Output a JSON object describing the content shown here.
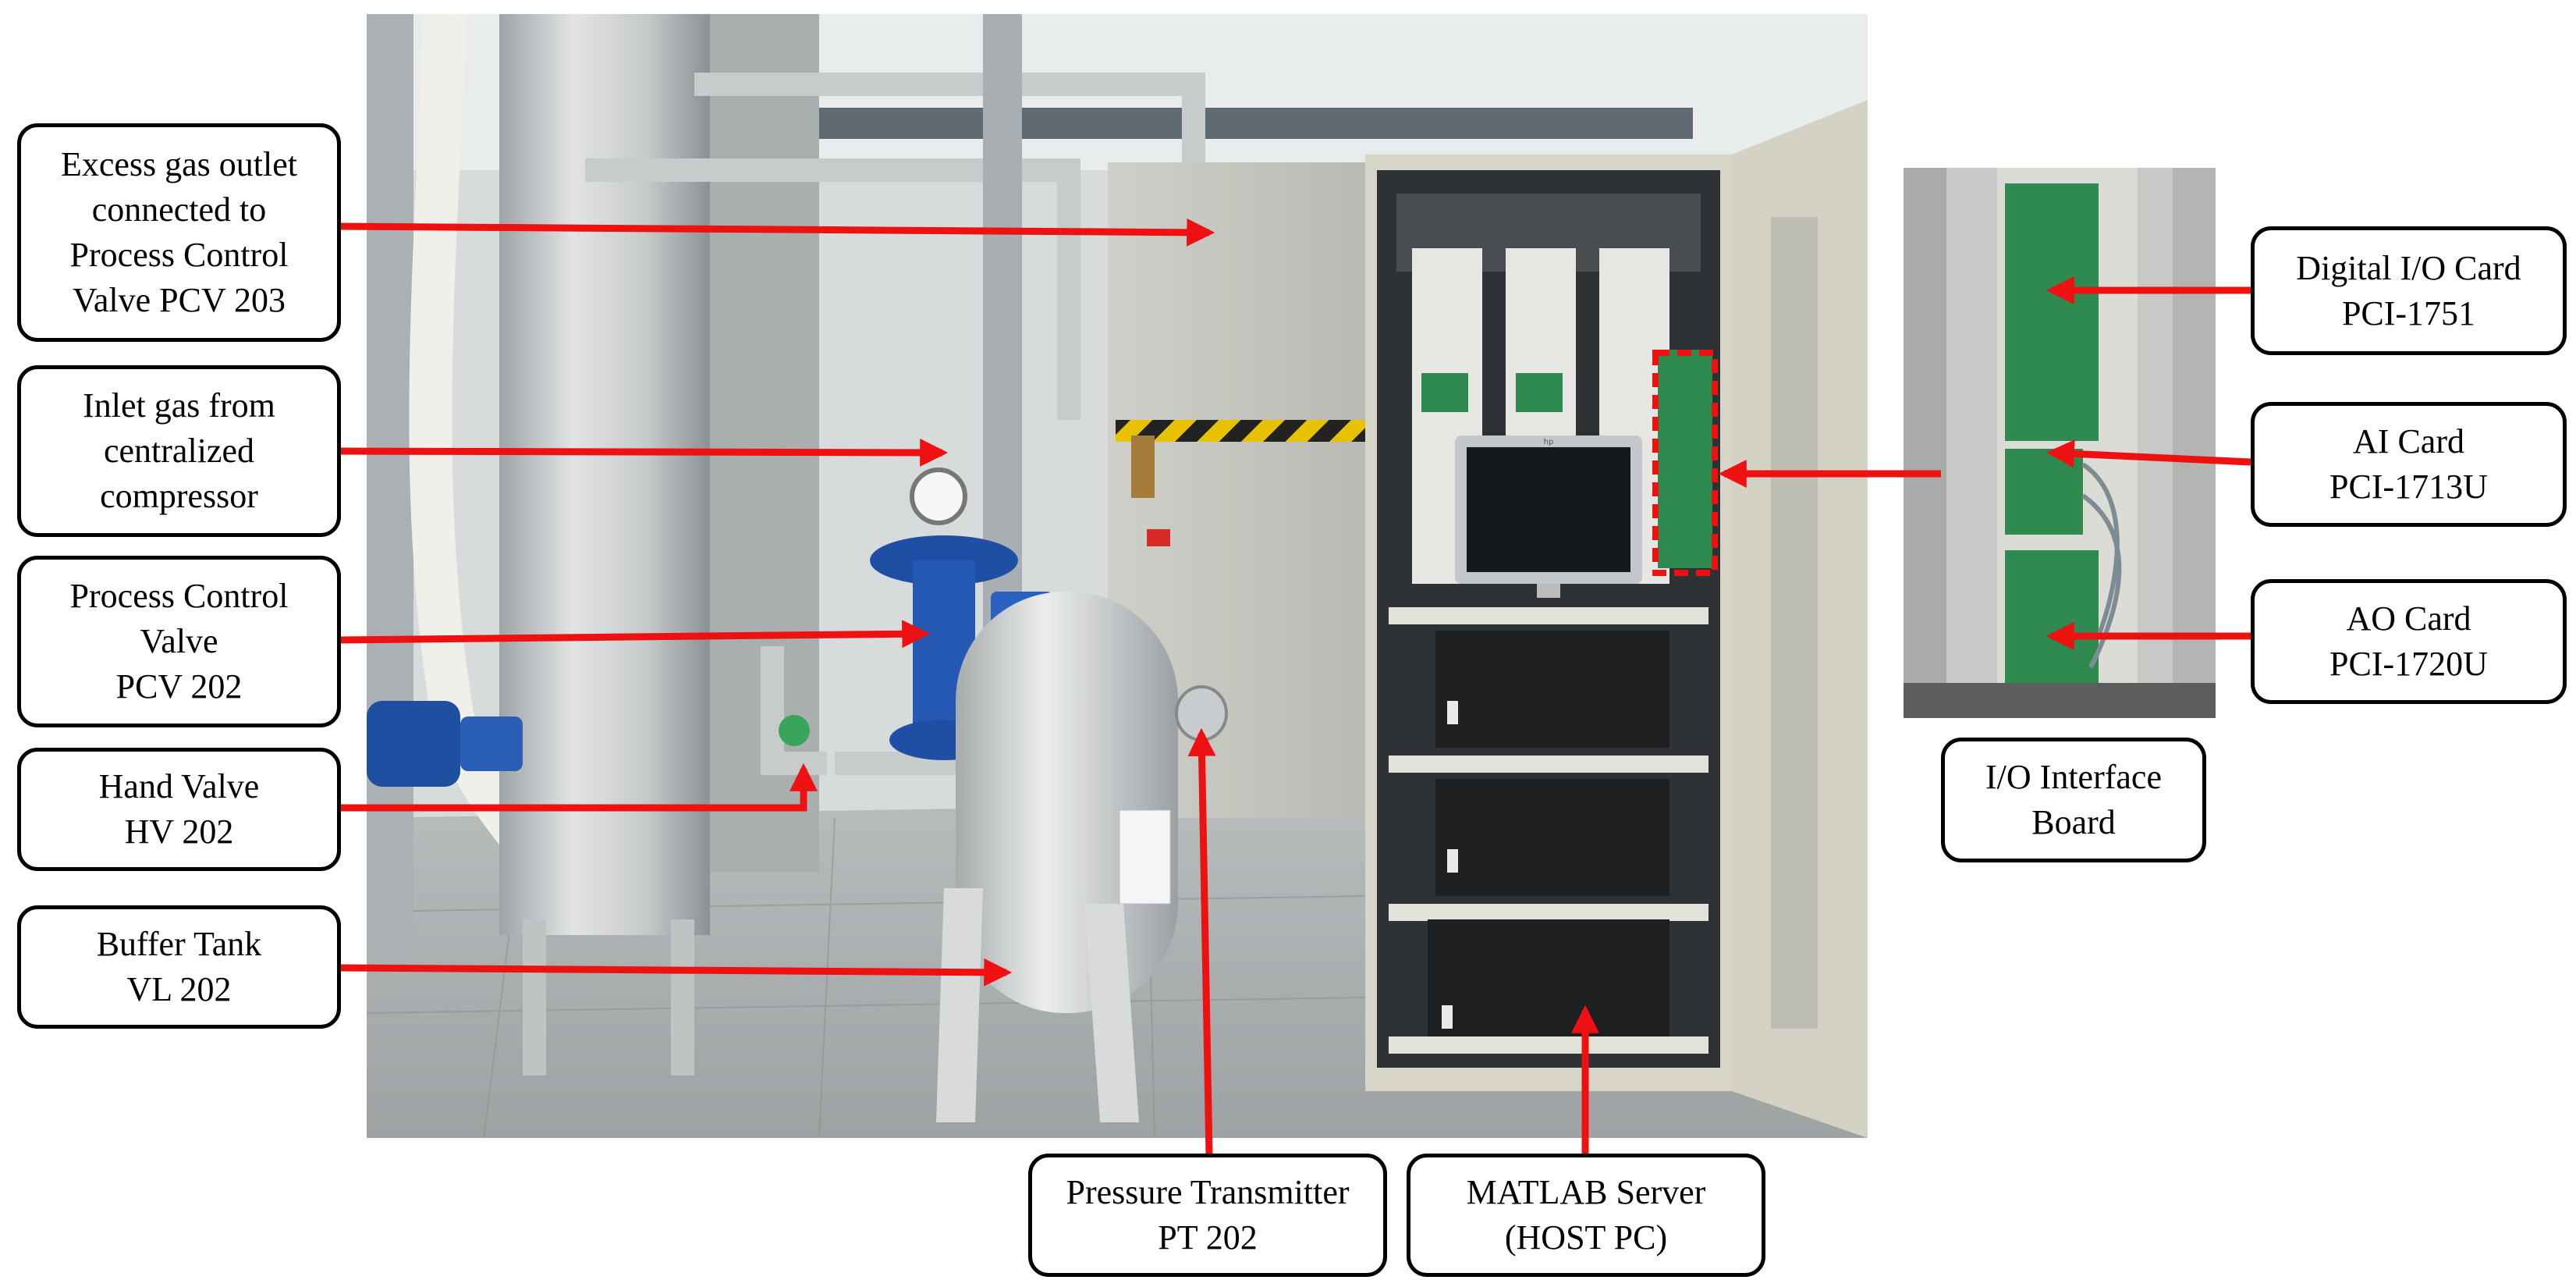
{
  "labels": {
    "excess_gas": [
      "Excess gas outlet",
      "connected to",
      "Process Control",
      "Valve PCV 203"
    ],
    "inlet_gas": [
      "Inlet gas from",
      "centralized",
      "compressor"
    ],
    "pcv202": [
      "Process Control",
      "Valve",
      "PCV 202"
    ],
    "hv202": [
      "Hand Valve",
      "HV 202"
    ],
    "buffer_tank": [
      "Buffer Tank",
      "VL 202"
    ],
    "pressure_transmitter": [
      "Pressure Transmitter",
      "PT 202"
    ],
    "matlab_server": [
      "MATLAB Server",
      "(HOST PC)"
    ],
    "digital_io": [
      "Digital I/O Card",
      "PCI-1751"
    ],
    "ai_card": [
      "AI Card",
      "PCI-1713U"
    ],
    "ao_card": [
      "AO Card",
      "PCI-1720U"
    ],
    "io_board": [
      "I/O Interface",
      "Board"
    ]
  },
  "monitor_brand": "hp",
  "colors": {
    "arrow": "#ee1111",
    "border": "#000000"
  }
}
